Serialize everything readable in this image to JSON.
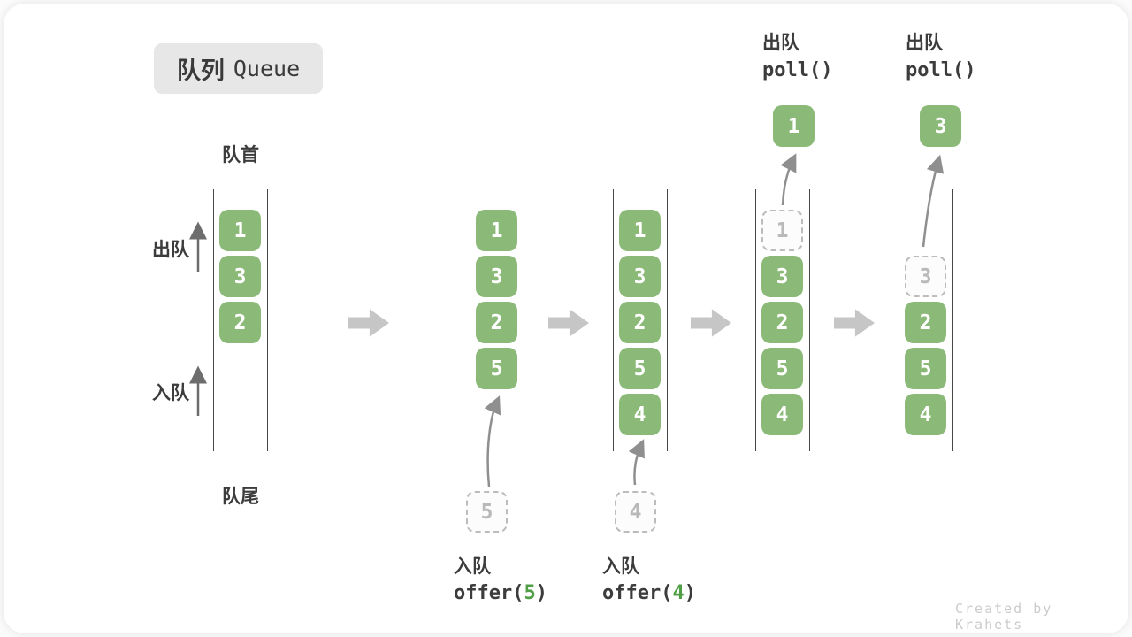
{
  "title": {
    "badge_zh": "队列",
    "badge_en": "Queue"
  },
  "side_labels": {
    "front": "队首",
    "rear": "队尾",
    "dequeue": "出队",
    "enqueue": "入队"
  },
  "queues": [
    {
      "name": "state-initial",
      "cells": [
        {
          "row": 0,
          "value": "1",
          "style": "solid"
        },
        {
          "row": 1,
          "value": "3",
          "style": "solid"
        },
        {
          "row": 2,
          "value": "2",
          "style": "solid"
        }
      ]
    },
    {
      "name": "state-after-offer-5",
      "cells": [
        {
          "row": 0,
          "value": "1",
          "style": "solid"
        },
        {
          "row": 1,
          "value": "3",
          "style": "solid"
        },
        {
          "row": 2,
          "value": "2",
          "style": "solid"
        },
        {
          "row": 3,
          "value": "5",
          "style": "solid"
        }
      ]
    },
    {
      "name": "state-after-offer-4",
      "cells": [
        {
          "row": 0,
          "value": "1",
          "style": "solid"
        },
        {
          "row": 1,
          "value": "3",
          "style": "solid"
        },
        {
          "row": 2,
          "value": "2",
          "style": "solid"
        },
        {
          "row": 3,
          "value": "5",
          "style": "solid"
        },
        {
          "row": 4,
          "value": "4",
          "style": "solid"
        }
      ]
    },
    {
      "name": "state-after-poll-1",
      "cells": [
        {
          "row": 0,
          "value": "1",
          "style": "ghost"
        },
        {
          "row": 1,
          "value": "3",
          "style": "solid"
        },
        {
          "row": 2,
          "value": "2",
          "style": "solid"
        },
        {
          "row": 3,
          "value": "5",
          "style": "solid"
        },
        {
          "row": 4,
          "value": "4",
          "style": "solid"
        }
      ]
    },
    {
      "name": "state-after-poll-3",
      "cells": [
        {
          "row": 1,
          "value": "3",
          "style": "ghost"
        },
        {
          "row": 2,
          "value": "2",
          "style": "solid"
        },
        {
          "row": 3,
          "value": "5",
          "style": "solid"
        },
        {
          "row": 4,
          "value": "4",
          "style": "solid"
        }
      ]
    }
  ],
  "ops": {
    "enqueue5": {
      "label": "入队",
      "code_fn": "offer(",
      "code_arg": "5",
      "code_close": ")",
      "ghost_value": "5"
    },
    "enqueue4": {
      "label": "入队",
      "code_fn": "offer(",
      "code_arg": "4",
      "code_close": ")",
      "ghost_value": "4"
    },
    "poll1": {
      "label": "出队",
      "code": "poll()",
      "out_value": "1"
    },
    "poll3": {
      "label": "出队",
      "code": "poll()",
      "out_value": "3"
    }
  },
  "watermark": "Created by Krahets",
  "colors": {
    "cell_green": "#8bba78",
    "code_arg_green": "#4f9e45",
    "block_arrow_gray": "#c6c6c6",
    "ghost_gray": "#b9b9b9",
    "text_dark": "#3c3c3c",
    "wall_dark": "#474747",
    "watermark_gray": "#cbcbcb"
  }
}
